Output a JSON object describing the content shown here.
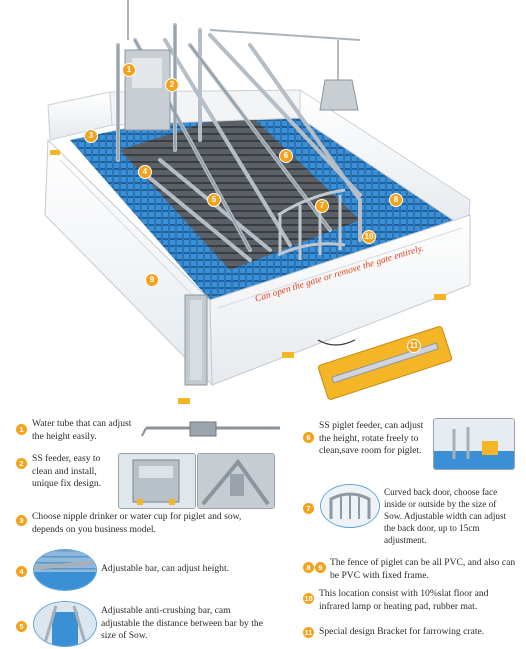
{
  "main_image": {
    "caption": "Can open the gate or remove the gate entirely.",
    "markers": [
      "1",
      "2",
      "3",
      "4",
      "5",
      "6",
      "7",
      "8",
      "9",
      "10",
      "11"
    ]
  },
  "features": [
    {
      "n": "1",
      "text": "Water tube that can adjust the height easily."
    },
    {
      "n": "2",
      "text": "SS feeder, easy to clean and install, unique fix design."
    },
    {
      "n": "3",
      "text": "Choose nipple drinker or water cup for piglet and sow, depends on you business model."
    },
    {
      "n": "4",
      "text": "Adjustable bar, can adjust height."
    },
    {
      "n": "5",
      "text": "Adjustable anti-crushing bar, cam adjustable the distance between bar by the size of Sow."
    },
    {
      "n": "6",
      "text": "SS piglet feeder, can adjust the height, rotate freely to clean,save room for piglet."
    },
    {
      "n": "7",
      "text": "Curved back door,  choose face inside or outside by the size of Sow. Adjustable width can adjust the back door, up to 15cm adjustment."
    },
    {
      "n": "8",
      "n2": "9",
      "text": "The fence of piglet can be all PVC, and also can be PVC with fixed frame."
    },
    {
      "n": "10",
      "text": "This location consist with 10%slat floor and infrared lamp or heating pad, rubber mat."
    },
    {
      "n": "11",
      "text": "Special design Bracket for farrowing crate."
    }
  ],
  "colors": {
    "accent": "#f3a21b",
    "caption": "#e2441c",
    "floor_blue": "#2f7fc4",
    "steel": "#b7c0c8"
  }
}
